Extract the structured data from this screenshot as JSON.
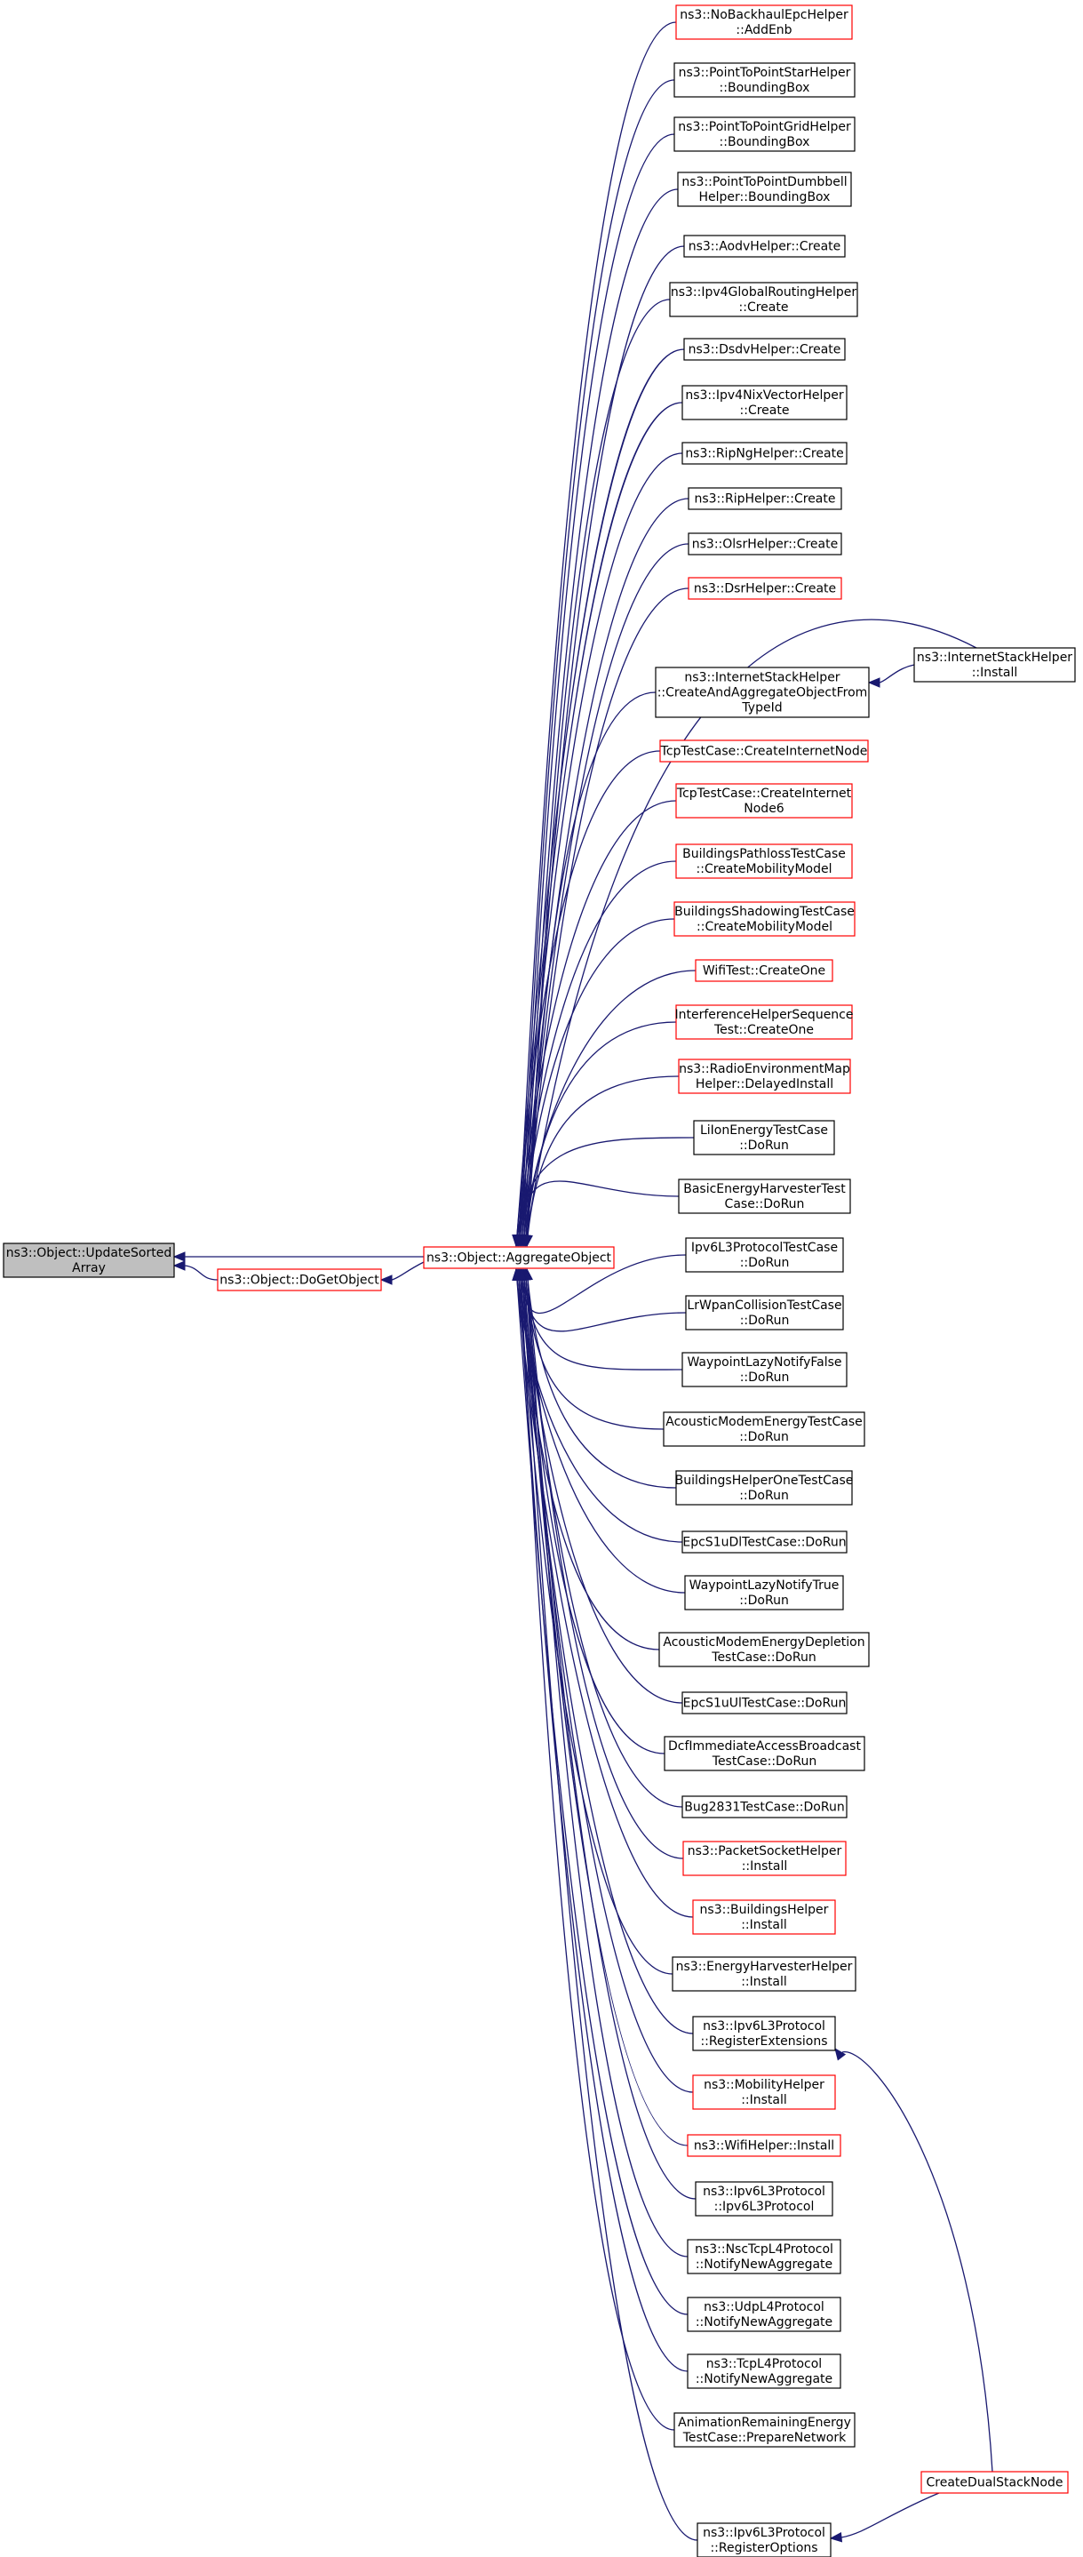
{
  "graph": {
    "colors": {
      "edge": "#191970",
      "red_border": "#ff0000",
      "black_border": "#000000",
      "root_fill": "#bfbfbf"
    },
    "nodes": [
      {
        "id": "update_sorted_array",
        "lines": [
          "ns3::Object::UpdateSorted",
          "Array"
        ],
        "style": "root"
      },
      {
        "id": "do_get_object",
        "lines": [
          "ns3::Object::DoGetObject"
        ],
        "style": "red"
      },
      {
        "id": "aggregate_object",
        "lines": [
          "ns3::Object::AggregateObject"
        ],
        "style": "red"
      },
      {
        "id": "n01",
        "lines": [
          "ns3::NoBackhaulEpcHelper",
          "::AddEnb"
        ],
        "style": "red"
      },
      {
        "id": "n02",
        "lines": [
          "ns3::PointToPointStarHelper",
          "::BoundingBox"
        ],
        "style": "black"
      },
      {
        "id": "n03",
        "lines": [
          "ns3::PointToPointGridHelper",
          "::BoundingBox"
        ],
        "style": "black"
      },
      {
        "id": "n04",
        "lines": [
          "ns3::PointToPointDumbbell",
          "Helper::BoundingBox"
        ],
        "style": "black"
      },
      {
        "id": "n05",
        "lines": [
          "ns3::AodvHelper::Create"
        ],
        "style": "black"
      },
      {
        "id": "n06",
        "lines": [
          "ns3::Ipv4GlobalRoutingHelper",
          "::Create"
        ],
        "style": "black"
      },
      {
        "id": "n07",
        "lines": [
          "ns3::DsdvHelper::Create"
        ],
        "style": "black"
      },
      {
        "id": "n08",
        "lines": [
          "ns3::Ipv4NixVectorHelper",
          "::Create"
        ],
        "style": "black"
      },
      {
        "id": "n09",
        "lines": [
          "ns3::RipNgHelper::Create"
        ],
        "style": "black"
      },
      {
        "id": "n10",
        "lines": [
          "ns3::RipHelper::Create"
        ],
        "style": "black"
      },
      {
        "id": "n11",
        "lines": [
          "ns3::OlsrHelper::Create"
        ],
        "style": "black"
      },
      {
        "id": "n12",
        "lines": [
          "ns3::DsrHelper::Create"
        ],
        "style": "red"
      },
      {
        "id": "n13",
        "lines": [
          "ns3::InternetStackHelper",
          "::CreateAndAggregateObjectFrom",
          "TypeId"
        ],
        "style": "black"
      },
      {
        "id": "n14",
        "lines": [
          "TcpTestCase::CreateInternetNode"
        ],
        "style": "red"
      },
      {
        "id": "n15",
        "lines": [
          "TcpTestCase::CreateInternet",
          "Node6"
        ],
        "style": "red"
      },
      {
        "id": "n16",
        "lines": [
          "BuildingsPathlossTestCase",
          "::CreateMobilityModel"
        ],
        "style": "red"
      },
      {
        "id": "n17",
        "lines": [
          "BuildingsShadowingTestCase",
          "::CreateMobilityModel"
        ],
        "style": "red"
      },
      {
        "id": "n18",
        "lines": [
          "WifiTest::CreateOne"
        ],
        "style": "red"
      },
      {
        "id": "n19",
        "lines": [
          "InterferenceHelperSequence",
          "Test::CreateOne"
        ],
        "style": "red"
      },
      {
        "id": "n20",
        "lines": [
          "ns3::RadioEnvironmentMap",
          "Helper::DelayedInstall"
        ],
        "style": "red"
      },
      {
        "id": "n21",
        "lines": [
          "LiIonEnergyTestCase",
          "::DoRun"
        ],
        "style": "black"
      },
      {
        "id": "n22",
        "lines": [
          "BasicEnergyHarvesterTest",
          "Case::DoRun"
        ],
        "style": "black"
      },
      {
        "id": "n23",
        "lines": [
          "Ipv6L3ProtocolTestCase",
          "::DoRun"
        ],
        "style": "black"
      },
      {
        "id": "n24",
        "lines": [
          "LrWpanCollisionTestCase",
          "::DoRun"
        ],
        "style": "black"
      },
      {
        "id": "n25",
        "lines": [
          "WaypointLazyNotifyFalse",
          "::DoRun"
        ],
        "style": "black"
      },
      {
        "id": "n26",
        "lines": [
          "AcousticModemEnergyTestCase",
          "::DoRun"
        ],
        "style": "black"
      },
      {
        "id": "n27",
        "lines": [
          "BuildingsHelperOneTestCase",
          "::DoRun"
        ],
        "style": "black"
      },
      {
        "id": "n28",
        "lines": [
          "EpcS1uDlTestCase::DoRun"
        ],
        "style": "black"
      },
      {
        "id": "n29",
        "lines": [
          "WaypointLazyNotifyTrue",
          "::DoRun"
        ],
        "style": "black"
      },
      {
        "id": "n30",
        "lines": [
          "AcousticModemEnergyDepletion",
          "TestCase::DoRun"
        ],
        "style": "black"
      },
      {
        "id": "n31",
        "lines": [
          "EpcS1uUlTestCase::DoRun"
        ],
        "style": "black"
      },
      {
        "id": "n32",
        "lines": [
          "DcfImmediateAccessBroadcast",
          "TestCase::DoRun"
        ],
        "style": "black"
      },
      {
        "id": "n33",
        "lines": [
          "Bug2831TestCase::DoRun"
        ],
        "style": "black"
      },
      {
        "id": "n34",
        "lines": [
          "ns3::PacketSocketHelper",
          "::Install"
        ],
        "style": "red"
      },
      {
        "id": "n35",
        "lines": [
          "ns3::BuildingsHelper",
          "::Install"
        ],
        "style": "red"
      },
      {
        "id": "n36",
        "lines": [
          "ns3::EnergyHarvesterHelper",
          "::Install"
        ],
        "style": "black"
      },
      {
        "id": "n37",
        "lines": [
          "ns3::Ipv6L3Protocol",
          "::RegisterExtensions"
        ],
        "style": "black"
      },
      {
        "id": "n38",
        "lines": [
          "ns3::MobilityHelper",
          "::Install"
        ],
        "style": "red"
      },
      {
        "id": "n39",
        "lines": [
          "ns3::WifiHelper::Install"
        ],
        "style": "red"
      },
      {
        "id": "n40",
        "lines": [
          "ns3::Ipv6L3Protocol",
          "::Ipv6L3Protocol"
        ],
        "style": "black"
      },
      {
        "id": "n41",
        "lines": [
          "ns3::NscTcpL4Protocol",
          "::NotifyNewAggregate"
        ],
        "style": "black"
      },
      {
        "id": "n42",
        "lines": [
          "ns3::UdpL4Protocol",
          "::NotifyNewAggregate"
        ],
        "style": "black"
      },
      {
        "id": "n43",
        "lines": [
          "ns3::TcpL4Protocol",
          "::NotifyNewAggregate"
        ],
        "style": "black"
      },
      {
        "id": "n44",
        "lines": [
          "AnimationRemainingEnergy",
          "TestCase::PrepareNetwork"
        ],
        "style": "black"
      },
      {
        "id": "n45",
        "lines": [
          "ns3::Ipv6L3Protocol",
          "::RegisterOptions"
        ],
        "style": "black"
      },
      {
        "id": "internet_stack_install",
        "lines": [
          "ns3::InternetStackHelper",
          "::Install"
        ],
        "style": "black"
      },
      {
        "id": "create_dual_stack_node",
        "lines": [
          "CreateDualStackNode"
        ],
        "style": "red"
      }
    ]
  }
}
